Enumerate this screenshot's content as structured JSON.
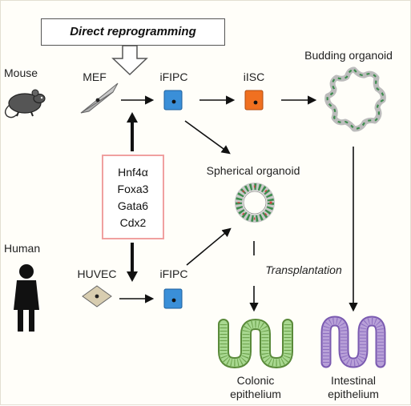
{
  "banner": "Direct reprogramming",
  "species": {
    "mouse": "Mouse",
    "human": "Human"
  },
  "cells": {
    "mef": "MEF",
    "ifipc_mouse": "iFIPC",
    "iisc": "iISC",
    "huvec": "HUVEC",
    "ifipc_human": "iFIPC"
  },
  "organoids": {
    "budding": "Budding organoid",
    "spherical": "Spherical organoid"
  },
  "factors": [
    "Hnf4α",
    "Foxa3",
    "Gata6",
    "Cdx2"
  ],
  "process": "Transplantation",
  "outcomes": {
    "colonic_line1": "Colonic",
    "colonic_line2": "epithelium",
    "intestinal_line1": "Intestinal",
    "intestinal_line2": "epithelium"
  },
  "colors": {
    "ifipc_cell": "#3a8fd8",
    "iisc_cell": "#f07020",
    "factor_border": "#f0a0a0",
    "colonic_tissue": "#a8d890",
    "intestinal_tissue": "#b8a0d8",
    "organoid_outline": "#3c8c4c"
  }
}
